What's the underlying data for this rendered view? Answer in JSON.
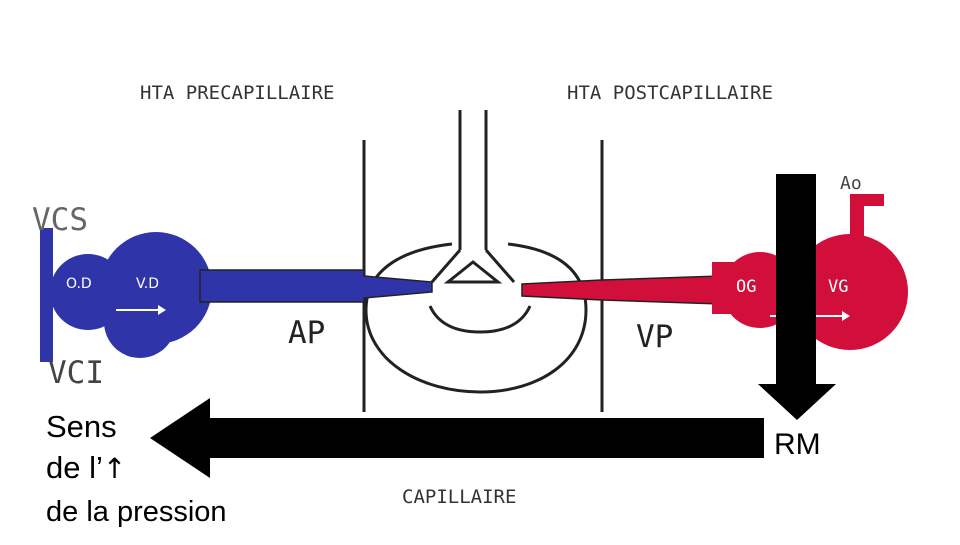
{
  "labels": {
    "hta_precap": "HTA PRECAPILLAIRE",
    "hta_postcap": "HTA POSTCAPILLAIRE",
    "vcs": "VCS",
    "vci": "VCI",
    "od": "O.D",
    "vd": "V.D",
    "ap": "AP",
    "vp": "VP",
    "og": "OG",
    "vg": "VG",
    "ao": "Ao",
    "capillaire": "CAPILLAIRE",
    "rm": "RM"
  },
  "sens": {
    "line1": "Sens",
    "line2": "de l’",
    "arrow_glyph": "↑",
    "line3": "de la pression"
  },
  "colors": {
    "right_heart": "#2f35a8",
    "left_heart": "#d10f3a",
    "arrow": "#000000",
    "outline": "#222222"
  }
}
